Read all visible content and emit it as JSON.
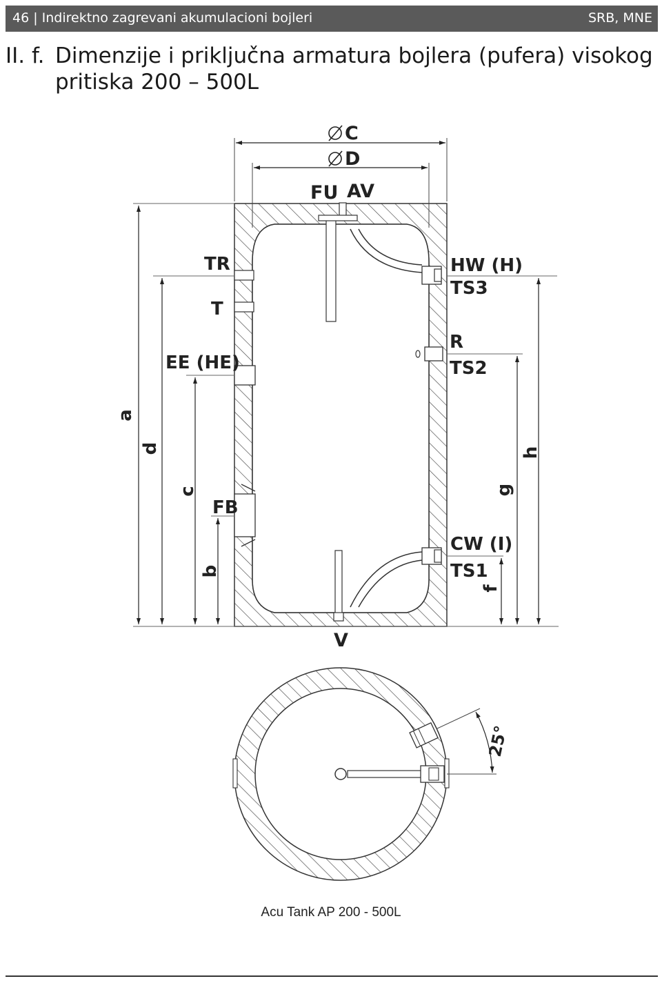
{
  "header": {
    "left": "46 | Indirektno zagrevani akumulacioni bojleri",
    "right": "SRB, MNE"
  },
  "title": {
    "number": "II. f.",
    "line1": "Dimenzije i priključna armatura bojlera (pufera) visokog",
    "line2": "pritiska 200 – 500L"
  },
  "labels": {
    "dia_c": "C",
    "dia_d": "D",
    "fu": "FU",
    "av": "AV",
    "tr": "TR",
    "t": "T",
    "ee": "EE (HE)",
    "fb": "FB",
    "hw": "HW (H)",
    "ts3": "TS3",
    "r": "R",
    "ts2": "TS2",
    "cw": "CW (I)",
    "ts1": "TS1",
    "v": "V",
    "dim_a": "a",
    "dim_d": "d",
    "dim_c": "c",
    "dim_b": "b",
    "dim_f": "f",
    "dim_g": "g",
    "dim_h": "h",
    "angle": "25°"
  },
  "caption": "Acu Tank AP 200 - 500L"
}
